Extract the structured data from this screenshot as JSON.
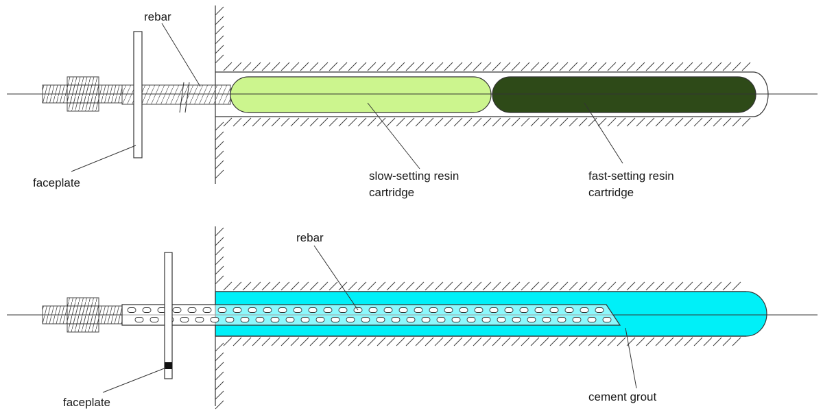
{
  "top": {
    "rebar_label": "rebar",
    "faceplate_label": "faceplate",
    "slow_label_line1": "slow-setting resin",
    "slow_label_line2": "cartridge",
    "fast_label_line1": "fast-setting resin",
    "fast_label_line2": "cartridge"
  },
  "bottom": {
    "rebar_label": "rebar",
    "faceplate_label": "faceplate",
    "grout_label": "cement grout"
  },
  "colors": {
    "slow_resin": "#ccf58e",
    "fast_resin": "#2e4a18",
    "cement_grout": "#00f0f8"
  }
}
